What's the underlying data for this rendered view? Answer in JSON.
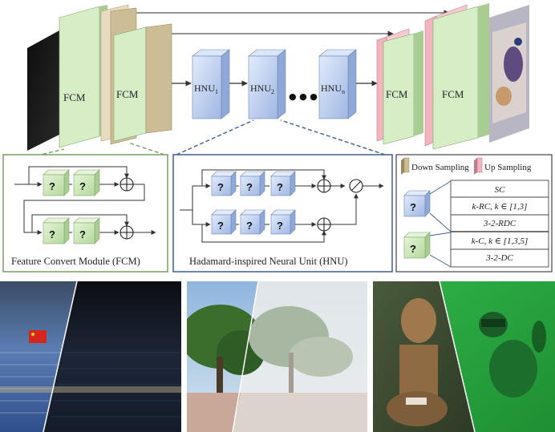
{
  "top": {
    "fcm_label": "FCM",
    "hnu1_label": "HNU",
    "hnu1_sub": "1",
    "hnu2_label": "HNU",
    "hnu2_sub": "2",
    "hnun_label": "HNU",
    "hnun_sub": "n",
    "ellipsis": "● ● ●"
  },
  "fcm_panel": {
    "caption": "Feature Convert Module (FCM)",
    "block_symbol": "?",
    "plus_symbol": "⊕"
  },
  "hnu_panel": {
    "caption": "Hadamard-inspired Neural Unit (HNU)",
    "block_symbol": "?",
    "plus_symbol": "⊕",
    "divide_symbol": "⊘"
  },
  "legend": {
    "down_sampling": "Down Sampling",
    "up_sampling": "Up Sampling",
    "block_symbol": "?",
    "rows": [
      "SC",
      "k-RC, k ∈ [1,3]",
      "3-2-RDC",
      "k-C, k ∈ [1,3,5]",
      "3-2-DC"
    ]
  },
  "colors": {
    "fcm_green": "#c9e6b4",
    "down_tan": "#cdbd96",
    "up_pink": "#f0b5bd",
    "hnu_blue": "#bcd0f0",
    "panel_green": "#7a9e62",
    "panel_blue": "#3d5f8e"
  }
}
